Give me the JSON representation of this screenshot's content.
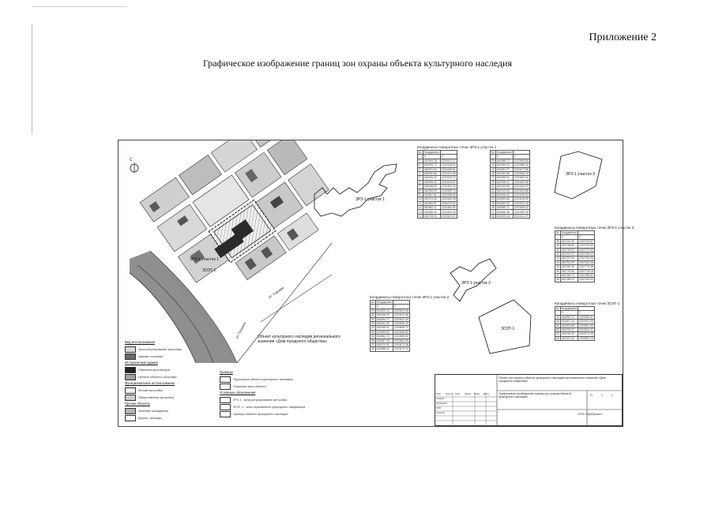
{
  "header": {
    "appendix_label": "Приложение 2",
    "title": "Графическое изображение границ зон охраны объекта культурного наследия"
  },
  "map": {
    "north_arrow": "С",
    "zones": {
      "zrz1_part1": "ЗРЗ-1 участок 1",
      "zrz1_part1_map": "ЗРЗ-1 участок 1",
      "zrz1_part2": "ЗРЗ-1 участок 2",
      "zrz1_part3": "ЗРЗ-1 участок 3",
      "zozt1": "ЗОЗТ-1",
      "zozt1_map": "ЗОЗТ-1"
    },
    "object_note": "Объект культурного наследия регионального значения «Дом городского общества»",
    "street_1": "ул. Пушкина",
    "street_2": "ул. Садовая"
  },
  "tables": [
    {
      "caption": "Координаты поворотных точек ЗРЗ-1 участок 1",
      "rows": [
        [
          "№",
          "Координаты",
          ""
        ],
        [
          "",
          "X",
          "Y"
        ],
        [
          "1",
          "461900.18",
          "2210411.27"
        ],
        [
          "2",
          "461909.72",
          "2210418.33"
        ],
        [
          "3",
          "461921.54",
          "2210409.81"
        ],
        [
          "4",
          "461930.88",
          "2210421.65"
        ],
        [
          "5",
          "461941.42",
          "2210433.10"
        ],
        [
          "6",
          "461935.20",
          "2210442.87"
        ],
        [
          "7",
          "461948.63",
          "2210451.15"
        ],
        [
          "8",
          "461953.09",
          "2210459.74"
        ],
        [
          "9",
          "461967.81",
          "2210448.39"
        ],
        [
          "10",
          "461974.25",
          "2210462.08"
        ],
        [
          "11",
          "461983.57",
          "2210470.52"
        ],
        [
          "12",
          "461992.11",
          "2210481.90"
        ],
        [
          "13",
          "461985.40",
          "2210493.36"
        ],
        [
          "14",
          "461978.34",
          "2210501.07"
        ]
      ]
    },
    {
      "caption": "",
      "rows": [
        [
          "№",
          "Координаты",
          ""
        ],
        [
          "",
          "X",
          "Y"
        ],
        [
          "15",
          "461968.72",
          "2210494.60"
        ],
        [
          "16",
          "461959.03",
          "2210486.11"
        ],
        [
          "17",
          "461951.27",
          "2210477.85"
        ],
        [
          "18",
          "461943.88",
          "2210469.19"
        ],
        [
          "19",
          "461936.54",
          "2210460.42"
        ],
        [
          "20",
          "461928.11",
          "2210452.08"
        ],
        [
          "21",
          "461920.65",
          "2210443.37"
        ],
        [
          "22",
          "461913.09",
          "2210434.86"
        ],
        [
          "23",
          "461906.42",
          "2210426.57"
        ],
        [
          "24",
          "461899.80",
          "2210418.95"
        ],
        [
          "25",
          "461894.33",
          "2210412.16"
        ],
        [
          "26",
          "461890.71",
          "2210405.02"
        ],
        [
          "27",
          "461895.48",
          "2210399.30"
        ],
        [
          "28",
          "461900.18",
          "2210411.27"
        ]
      ]
    },
    {
      "caption": "Координаты поворотных точек ЗРЗ-1 участок 2",
      "rows": [
        [
          "№",
          "Координаты",
          ""
        ],
        [
          "",
          "X",
          "Y"
        ],
        [
          "29",
          "461820.14",
          "2210601.35"
        ],
        [
          "30",
          "461826.90",
          "2210612.48"
        ],
        [
          "31",
          "461834.77",
          "2210621.03"
        ],
        [
          "32",
          "461841.06",
          "2210630.19"
        ],
        [
          "33",
          "461848.52",
          "2210638.74"
        ],
        [
          "34",
          "461855.39",
          "2210646.82"
        ],
        [
          "35",
          "461861.73",
          "2210655.41"
        ],
        [
          "36",
          "461867.28",
          "2210663.05"
        ],
        [
          "37",
          "461872.91",
          "2210671.36"
        ],
        [
          "38",
          "461868.40",
          "2210679.22"
        ]
      ]
    },
    {
      "caption": "Координаты поворотных точек ЗРЗ-1 участок 3",
      "rows": [
        [
          "№",
          "Координаты",
          ""
        ],
        [
          "",
          "X",
          "Y"
        ],
        [
          "39",
          "461731.49",
          "2210720.87"
        ],
        [
          "40",
          "461738.86",
          "2210729.40"
        ],
        [
          "41",
          "461745.02",
          "2210737.93"
        ],
        [
          "42",
          "461751.37",
          "2210746.11"
        ],
        [
          "43",
          "461757.64",
          "2210754.90"
        ],
        [
          "44",
          "461763.90",
          "2210762.06"
        ],
        [
          "45",
          "461769.35",
          "2210770.48"
        ],
        [
          "46",
          "461775.08",
          "2210778.15"
        ],
        [
          "47",
          "461780.73",
          "2210786.61"
        ],
        [
          "48",
          "461786.24",
          "2210794.03"
        ]
      ]
    },
    {
      "caption": "Координаты поворотных точек ЗОЗТ-1",
      "rows": [
        [
          "№",
          "Координаты",
          ""
        ],
        [
          "",
          "X",
          "Y"
        ],
        [
          "49",
          "461890.72",
          "2210530.41"
        ],
        [
          "50",
          "461897.15",
          "2210541.06"
        ],
        [
          "51",
          "461903.88",
          "2210551.94"
        ],
        [
          "52",
          "461910.07",
          "2210562.37"
        ],
        [
          "53",
          "461916.33",
          "2210573.28"
        ],
        [
          "54",
          "461922.64",
          "2210584.15"
        ]
      ]
    }
  ],
  "legend": {
    "items": [
      {
        "label": "Вид использования",
        "kind": "header",
        "color": ""
      },
      {
        "label": "Зона регулирования застройки",
        "kind": "item",
        "color": "#d8d8d8"
      },
      {
        "label": "Здания, строения",
        "kind": "item",
        "color": "#6a6a6a"
      },
      {
        "label": "Исторические здания",
        "kind": "header",
        "color": ""
      },
      {
        "label": "Памятник архитектуры",
        "kind": "item",
        "color": "#222222"
      },
      {
        "label": "Ценные объекты застройки",
        "kind": "item",
        "color": "#a0a0a0"
      },
      {
        "label": "Функциональное использование",
        "kind": "header",
        "color": ""
      },
      {
        "label": "Жилая застройка",
        "kind": "item",
        "color": "#efefef"
      },
      {
        "label": "Общественная застройка",
        "kind": "item",
        "color": "#cccccc"
      },
      {
        "label": "Прочие объекты",
        "kind": "header",
        "color": ""
      },
      {
        "label": "Зелёные насаждения",
        "kind": "item",
        "color": "#b5b5b5"
      },
      {
        "label": "Дороги, проезды",
        "kind": "item",
        "color": "#ffffff"
      }
    ],
    "items2": [
      {
        "label": "Границы",
        "kind": "header",
        "color": ""
      },
      {
        "label": "Территория объекта культурного наследия",
        "kind": "item",
        "color": "#ffffff"
      },
      {
        "label": "Охранная зона объекта",
        "kind": "item",
        "color": "#ffffff"
      },
      {
        "label": "Условные обозначения",
        "kind": "header",
        "color": ""
      },
      {
        "label": "ЗРЗ-1 - зона регулирования застройки",
        "kind": "item",
        "color": "#ffffff"
      },
      {
        "label": "ЗОЗТ-1 - зона охраняемого природного ландшафта",
        "kind": "item",
        "color": "#ffffff"
      },
      {
        "label": "Граница объекта культурного наследия",
        "kind": "item",
        "color": "#ffffff"
      }
    ]
  },
  "stamp": {
    "project": "Проект зон охраны объекта культурного наследия регионального значения «Дом городского общества»",
    "drawing": "Графическое изображение границ зон охраны объекта культурного наследия",
    "company": "ООО «АрхПроект»",
    "stage": "П",
    "sheet": "1",
    "sheets": "1",
    "roles": [
      "Изм.",
      "Кол.уч",
      "Лист",
      "№док",
      "Подп.",
      "Дата",
      "Разраб.",
      "Проверил",
      "ГИП",
      "Н.контр."
    ]
  }
}
